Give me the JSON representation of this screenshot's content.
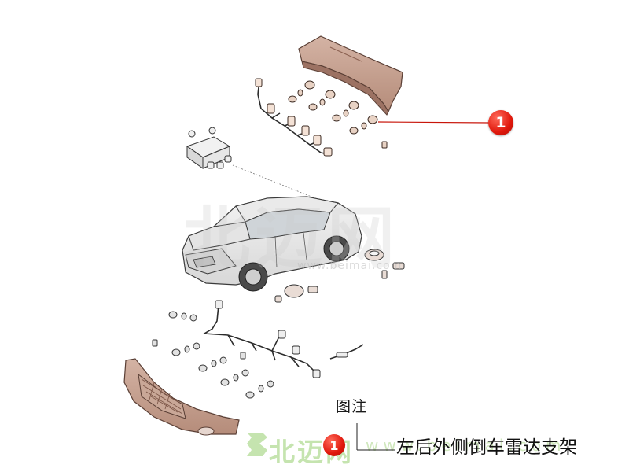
{
  "callout": {
    "number": "1",
    "color": "#e0180c"
  },
  "legend": {
    "title": "图注",
    "items": [
      {
        "number": "1",
        "label": "左后外侧倒车雷达支架"
      }
    ]
  },
  "watermark": {
    "main": "北迈网",
    "url": "www.beimai.com",
    "bottom_brand": "北迈网",
    "bottom_url": "www.beimai.com"
  },
  "icons": [
    "callout-marker",
    "legend-marker",
    "watermark-logo"
  ]
}
